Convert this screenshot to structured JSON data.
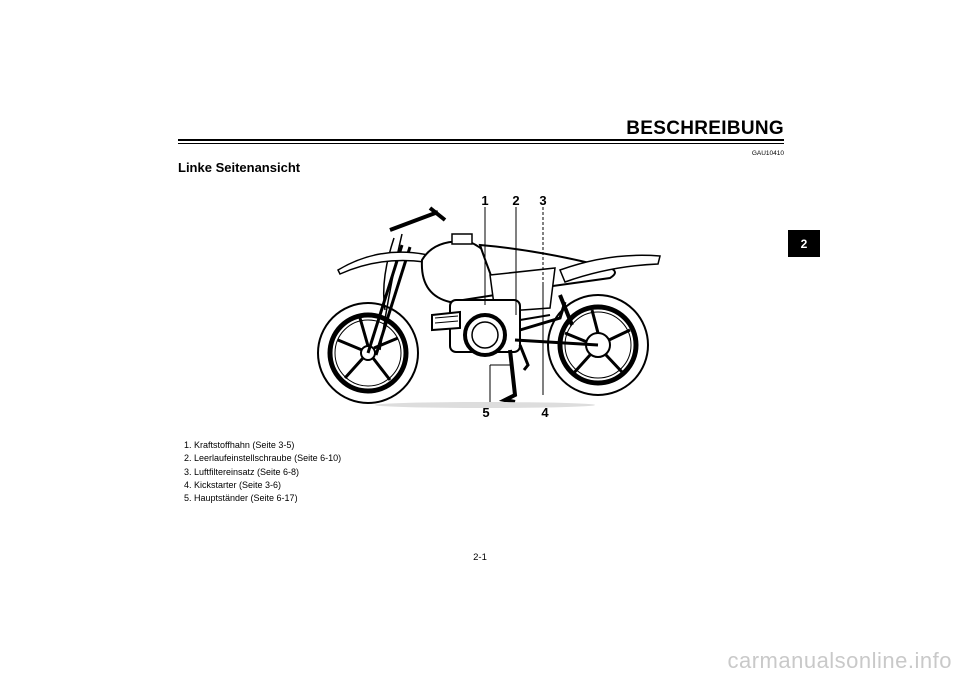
{
  "header": {
    "chapter_title": "BESCHREIBUNG",
    "doc_code": "GAU10410",
    "chapter_tab": "2"
  },
  "section": {
    "heading": "Linke Seitenansicht"
  },
  "diagram": {
    "callouts": [
      "1",
      "2",
      "3",
      "4",
      "5"
    ]
  },
  "parts_list": [
    "1. Kraftstoffhahn (Seite 3-5)",
    "2. Leerlaufeinstellschraube (Seite 6-10)",
    "3. Luftfiltereinsatz (Seite 6-8)",
    "4. Kickstarter (Seite 3-6)",
    "5. Hauptständer (Seite 6-17)"
  ],
  "footer": {
    "page_number": "2-1",
    "watermark": "carmanualsonline.info"
  }
}
